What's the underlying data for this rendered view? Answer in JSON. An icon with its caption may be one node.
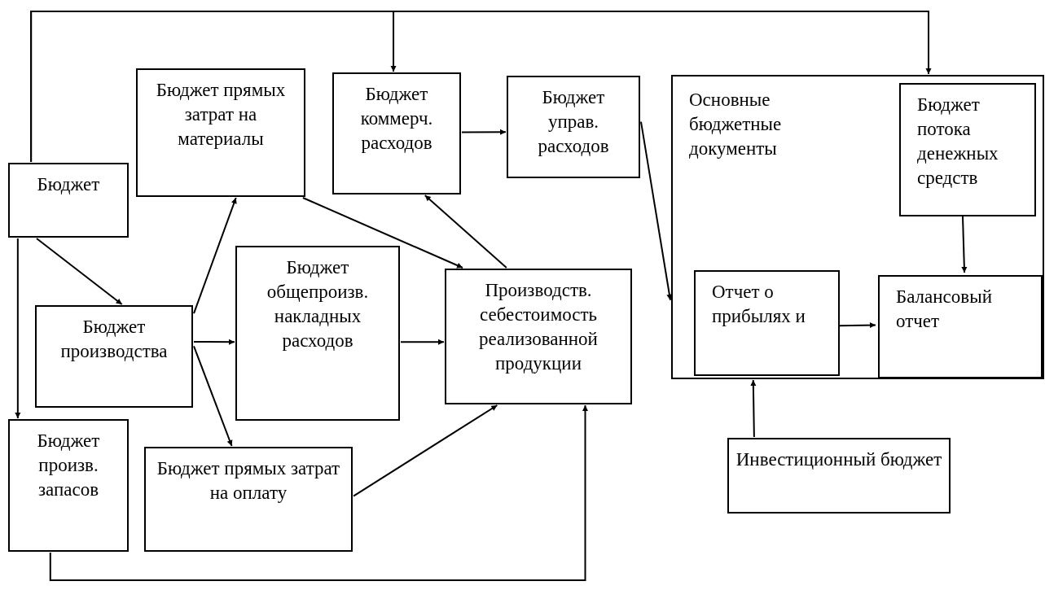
{
  "diagram": {
    "nodes": [
      {
        "text": [
          "Бюджет"
        ]
      },
      {
        "text": [
          "Бюджет прямых затрат на материалы"
        ]
      },
      {
        "text": [
          "Бюджет коммерч. расходов"
        ]
      },
      {
        "text": [
          "Бюджет управ. расходов"
        ]
      },
      {
        "text": [
          "Основные бюджетные документы"
        ]
      },
      {
        "text": [
          "Бюджет потока денежных средств"
        ],
        "in": 4
      },
      {
        "text": [
          "Бюджет производства"
        ]
      },
      {
        "text": [
          "Бюджет общепроизв. накладных расходов"
        ]
      },
      {
        "text": [
          "Производств. себестоимость реализованной продукции"
        ]
      },
      {
        "text": [
          "Отчет о прибылях и"
        ],
        "in": 4
      },
      {
        "text": [
          "Балансовый отчет"
        ],
        "in": 4
      },
      {
        "text": [
          "Бюджет произв. запасов"
        ]
      },
      {
        "text": [
          "Бюджет прямых затрат на оплату"
        ]
      },
      {
        "text": [
          "Инвестиционный бюджет"
        ]
      }
    ],
    "edges": [
      {
        "from": 0,
        "to": 2,
        "arrow": "to"
      },
      {
        "from": 0,
        "to": 4,
        "arrow": "to"
      },
      {
        "from": 0,
        "to": 6,
        "arrow": "to"
      },
      {
        "from": 0,
        "to": 11,
        "arrow": "to"
      },
      {
        "from": 6,
        "to": 1,
        "arrow": "to"
      },
      {
        "from": 6,
        "to": 7,
        "arrow": "to"
      },
      {
        "from": 6,
        "to": 12,
        "arrow": "to"
      },
      {
        "from": 1,
        "to": 8,
        "arrow": "to"
      },
      {
        "from": 8,
        "to": 2,
        "arrow": "to"
      },
      {
        "from": 2,
        "to": 3,
        "arrow": "to"
      },
      {
        "from": 3,
        "to": 4,
        "arrow": "to"
      },
      {
        "from": 7,
        "to": 8,
        "arrow": "to"
      },
      {
        "from": 12,
        "to": 8,
        "arrow": "to"
      },
      {
        "from": 11,
        "to": 8,
        "arrow": "to"
      },
      {
        "from": 5,
        "to": 10,
        "arrow": "to"
      },
      {
        "from": 9,
        "to": 10,
        "arrow": "to"
      },
      {
        "from": 13,
        "to": 4,
        "arrow": "to"
      }
    ]
  }
}
